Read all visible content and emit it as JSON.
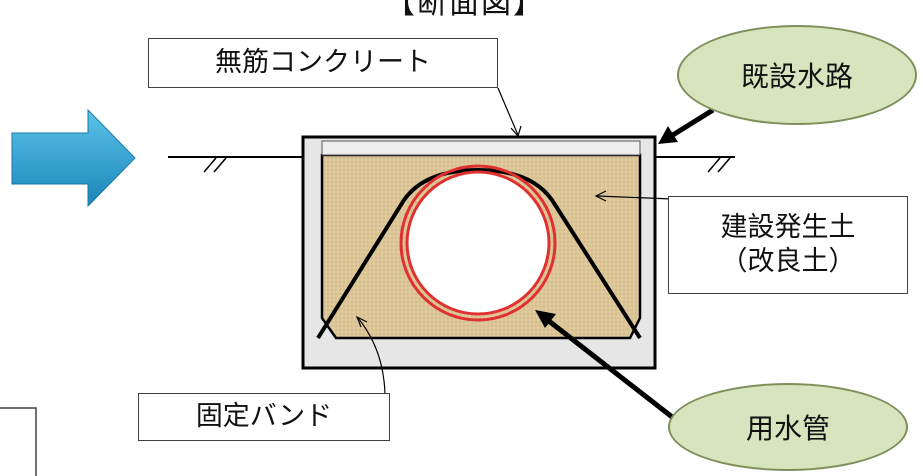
{
  "title": "【断面図】",
  "labels": {
    "concrete": "無筋コンクリート",
    "existing_channel": "既設水路",
    "soil_line1": "建設発生土",
    "soil_line2": "（改良土）",
    "band": "固定バンド",
    "pipe": "用水管"
  },
  "colors": {
    "arrow": "#2a9fd0",
    "soil": "#dcc596",
    "concrete": "#e6e6e6",
    "pipe_ring": "#e03030",
    "oval_fill": "#d7e4bd"
  }
}
